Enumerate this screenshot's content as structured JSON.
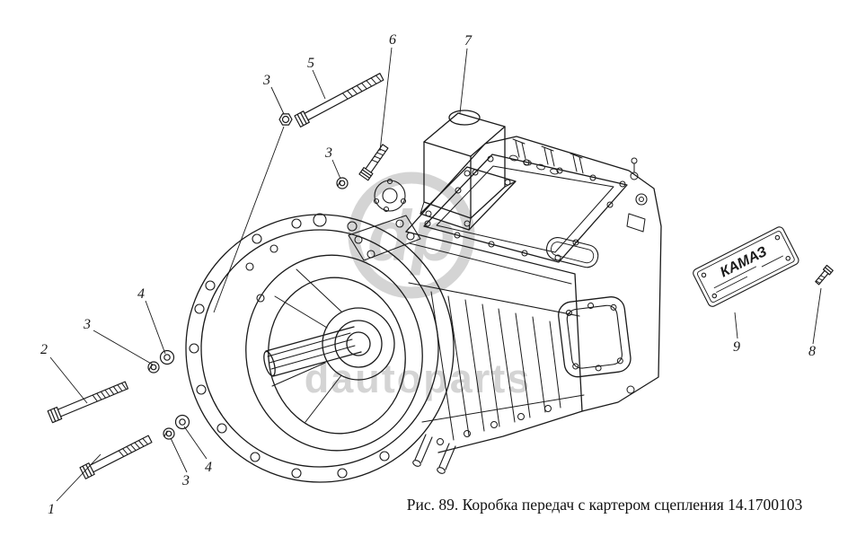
{
  "colors": {
    "line": "#1a1a1a",
    "watermark": "#d4d4d4",
    "background": "#ffffff"
  },
  "figure": {
    "caption": "Рис. 89. Коробка передач с картером сцепления 14.1700103",
    "watermark": {
      "logo": "dp",
      "text": "dautoparts"
    },
    "nameplate": {
      "brand": "КАМАЗ"
    },
    "callouts": {
      "c1": "1",
      "c2": "2",
      "c3a": "3",
      "c3b": "3",
      "c3c": "3",
      "c3d": "3",
      "c4a": "4",
      "c4b": "4",
      "c5": "5",
      "c6": "6",
      "c7": "7",
      "c8": "8",
      "c9": "9"
    }
  }
}
